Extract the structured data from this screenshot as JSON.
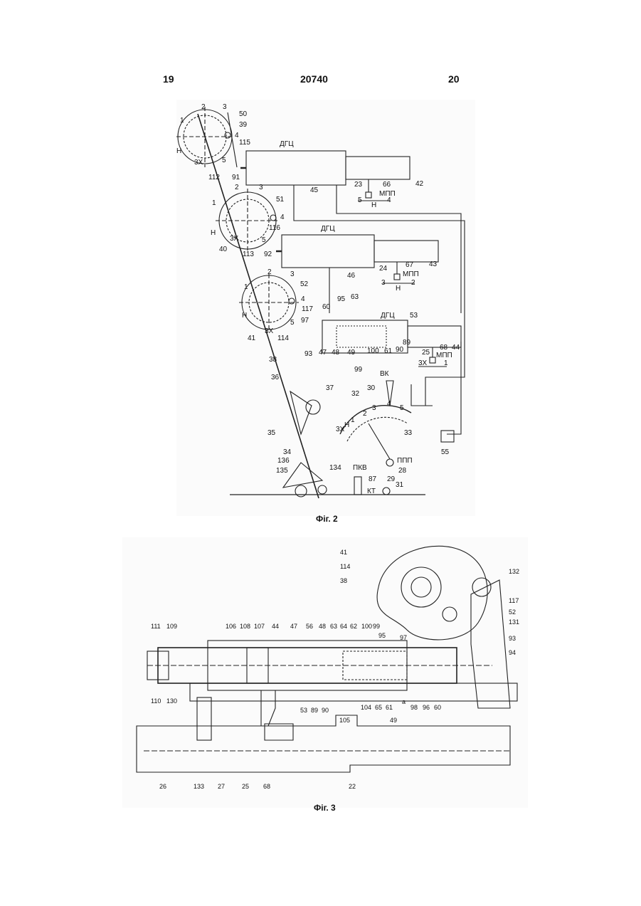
{
  "header": {
    "page_left": "19",
    "patent_no": "20740",
    "page_right": "20"
  },
  "fig2": {
    "caption": "Фіг. 2",
    "labels": {
      "top_cam": [
        "1",
        "2",
        "3",
        "50",
        "39",
        "4",
        "115",
        "Н",
        "5",
        "3Х",
        "112",
        "91"
      ],
      "mid_cam": [
        "2",
        "3",
        "51",
        "1",
        "4",
        "116",
        "Н",
        "3Х",
        "5",
        "40",
        "113",
        "92"
      ],
      "low_cam": [
        "2",
        "3",
        "52",
        "1",
        "4",
        "117",
        "Н",
        "5",
        "3Х",
        "41",
        "114",
        "93",
        "38"
      ],
      "cyl1": {
        "name": "ДГЦ",
        "nums": [
          "45",
          "42",
          "66",
          "23",
          "5",
          "4",
          "Н"
        ],
        "mpp": "МПП"
      },
      "cyl2": {
        "name": "ДГЦ",
        "nums": [
          "46",
          "43",
          "67",
          "24",
          "3",
          "2",
          "Н"
        ],
        "mpp": "МПП"
      },
      "cyl3": {
        "name": "ДГЦ",
        "nums": [
          "97",
          "60",
          "95",
          "63",
          "53",
          "47",
          "48",
          "49",
          "100",
          "61",
          "90",
          "89",
          "68",
          "44",
          "99",
          "25",
          "3Х",
          "1"
        ],
        "mpp": "МПП"
      },
      "lower": [
        "36",
        "37",
        "35",
        "34",
        "136",
        "135",
        "134",
        "ВК",
        "30",
        "32",
        "3",
        "4",
        "5",
        "2",
        "1",
        "Н",
        "3Х",
        "33",
        "ППП",
        "28",
        "29",
        "87",
        "ПКВ",
        "КТ",
        "31",
        "55"
      ]
    }
  },
  "fig3": {
    "caption": "Фіг. 3",
    "labels": {
      "top": [
        "41",
        "114",
        "38",
        "132",
        "117",
        "52",
        "131",
        "93",
        "94",
        "97"
      ],
      "row1": [
        "111",
        "109",
        "106",
        "108",
        "107",
        "44",
        "47",
        "56",
        "48",
        "63",
        "64",
        "62",
        "100",
        "99",
        "95"
      ],
      "row2": [
        "110",
        "130",
        "53",
        "89",
        "90",
        "104",
        "65",
        "61",
        "a",
        "98",
        "96",
        "60",
        "105",
        "49"
      ],
      "bottom": [
        "26",
        "133",
        "27",
        "25",
        "68",
        "22"
      ]
    }
  }
}
